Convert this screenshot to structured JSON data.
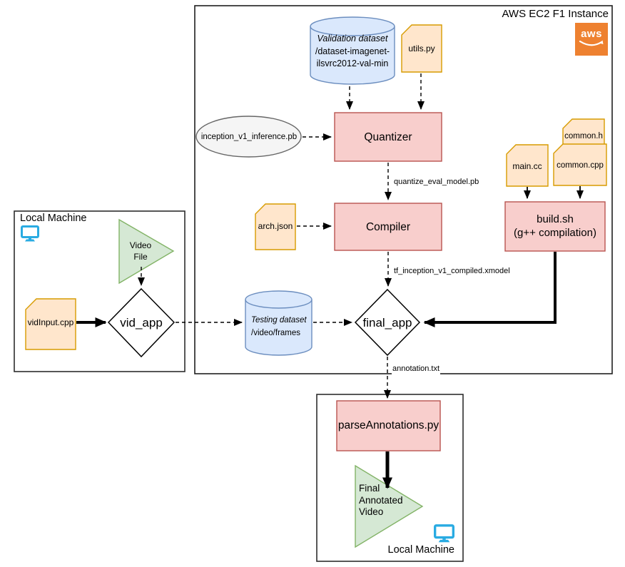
{
  "containers": {
    "aws_box": {
      "label": "AWS EC2 F1 Instance"
    },
    "local_left": {
      "label": "Local Machine"
    },
    "local_bottom": {
      "label": "Local Machine"
    }
  },
  "logo": {
    "aws_text": "aws"
  },
  "nodes": {
    "validation_dataset": {
      "title": "Validation dataset",
      "line2": "/dataset-imagenet-",
      "line3": "ilsvrc2012-val-min"
    },
    "utils": {
      "label": "utils.py"
    },
    "inception_model": {
      "label": "inception_v1_inference.pb"
    },
    "quantizer": {
      "label": "Quantizer"
    },
    "arch": {
      "label": "arch.json"
    },
    "compiler": {
      "label": "Compiler"
    },
    "main_cc": {
      "label": "main.cc"
    },
    "common_h": {
      "label": "common.h"
    },
    "common_cpp": {
      "label": "common.cpp"
    },
    "build": {
      "line1": "build.sh",
      "line2": "(g++ compilation)"
    },
    "video_file": {
      "line1": "Video",
      "line2": "File"
    },
    "vidinput": {
      "label": "vidInput.cpp"
    },
    "vid_app": {
      "label": "vid_app"
    },
    "testing_dataset": {
      "title": "Testing dataset",
      "line2": "/video/frames"
    },
    "final_app": {
      "label": "final_app"
    },
    "parse_annotations": {
      "label": "parseAnnotations.py"
    },
    "final_video": {
      "line1": "Final",
      "line2": "Annotated",
      "line3": "Video"
    }
  },
  "edge_labels": {
    "quantize_model": "quantize_eval_model.pb",
    "compiled_model": "tf_inception_v1_compiled.xmodel",
    "annotation": "annotation.txt"
  },
  "colors": {
    "process_fill": "#f8cecc",
    "process_border": "#b85450",
    "file_fill": "#ffe6cc",
    "file_border": "#d79b00",
    "dataset_fill": "#dae8fc",
    "dataset_border": "#6c8ebf",
    "video_fill": "#d5e8d4",
    "video_border": "#82b366",
    "model_fill": "#f5f5f5",
    "model_border": "#666666",
    "aws_logo_orange": "#ee8130",
    "monitor_blue": "#29abe2"
  }
}
